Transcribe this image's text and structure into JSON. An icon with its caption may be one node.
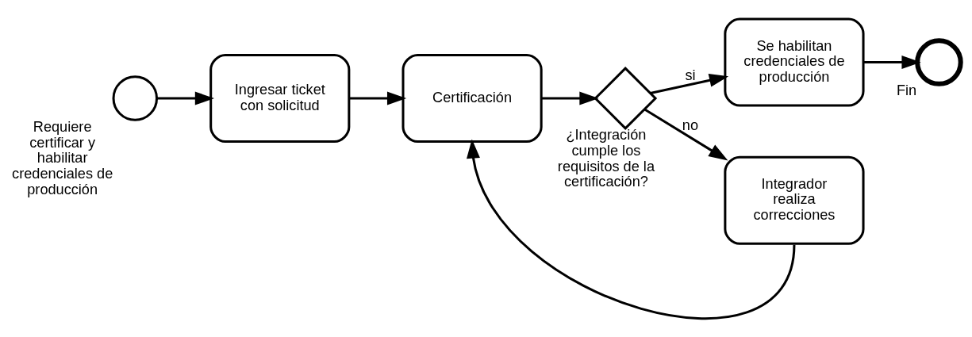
{
  "diagram": {
    "nodes": [
      {
        "text": [],
        "shape": "circle",
        "beside": [
          "Requiere certificar y habilitar credenciales de producción"
        ]
      },
      {
        "text": [
          "Ingresar ticket con solicitud"
        ]
      },
      {
        "text": [
          "Certificación"
        ]
      },
      {
        "text": [],
        "shape": "diamond",
        "beside": [
          "¿Integración cumple los requisitos de la certificación?"
        ]
      },
      {
        "text": [
          "Se habilitan credenciales de producción"
        ]
      },
      {
        "text": [],
        "shape": "circle",
        "beside": [
          "Fin"
        ]
      },
      {
        "text": [
          "Integrador realiza correcciones"
        ]
      }
    ],
    "edges": [
      {
        "from": 0,
        "to": 1,
        "arrow": "to"
      },
      {
        "from": 1,
        "to": 2,
        "arrow": "to"
      },
      {
        "from": 2,
        "to": 3,
        "arrow": "to"
      },
      {
        "from": 3,
        "to": 4,
        "arrow": "to",
        "label": "si"
      },
      {
        "from": 4,
        "to": 5,
        "arrow": "to"
      },
      {
        "from": 3,
        "to": 6,
        "arrow": "to",
        "label": "no"
      },
      {
        "from": 6,
        "to": 2,
        "arrow": "to"
      }
    ]
  }
}
